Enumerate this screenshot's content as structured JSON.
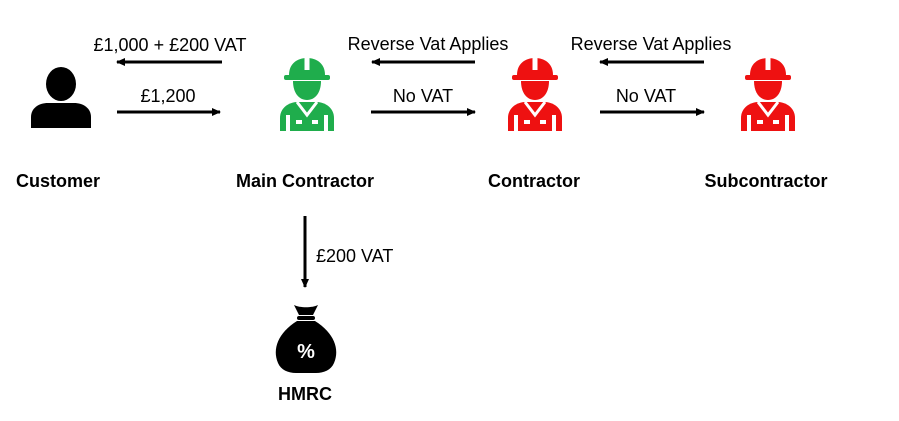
{
  "colors": {
    "customer": "#000000",
    "main_contractor": "#1fad4c",
    "contractor": "#ee1111",
    "subcontractor": "#ee1111",
    "hmrc": "#000000",
    "arrows": "#000000"
  },
  "nodes": {
    "customer": {
      "label": "Customer",
      "icon": "person-icon"
    },
    "main_contractor": {
      "label": "Main Contractor",
      "icon": "construction-worker-icon"
    },
    "contractor": {
      "label": "Contractor",
      "icon": "construction-worker-icon"
    },
    "subcontractor": {
      "label": "Subcontractor",
      "icon": "construction-worker-icon"
    },
    "hmrc": {
      "label": "HMRC",
      "icon": "money-bag-percent-icon",
      "symbol": "%"
    }
  },
  "arrows": {
    "main_to_customer": "£1,000 + £200 VAT",
    "customer_to_main": "£1,200",
    "contractor_to_main": "Reverse Vat Applies",
    "main_to_contractor": "No VAT",
    "sub_to_contractor": "Reverse Vat Applies",
    "contractor_to_sub": "No VAT",
    "main_to_hmrc": "£200 VAT"
  }
}
